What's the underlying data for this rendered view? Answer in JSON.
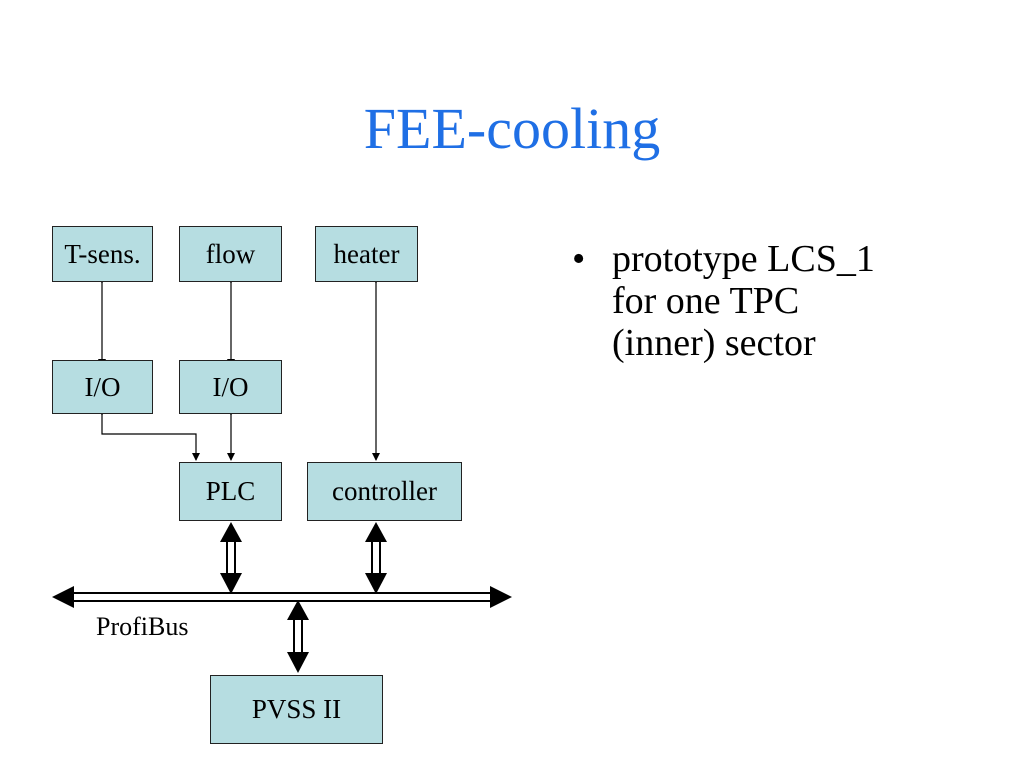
{
  "slide": {
    "title": "FEE-cooling"
  },
  "diagram": {
    "boxes": {
      "tsens": "T-sens.",
      "flow": "flow",
      "heater": "heater",
      "io_left": "I/O",
      "io_right": "I/O",
      "plc": "PLC",
      "controller": "controller",
      "pvss": "PVSS II"
    },
    "bus_label": "ProfiBus",
    "colors": {
      "box_fill": "#b6dde1",
      "title": "#1f6fe5"
    }
  },
  "bullets": [
    {
      "marker": "•",
      "lines": [
        "prototype LCS_1",
        "for one TPC",
        "(inner) sector"
      ]
    }
  ]
}
